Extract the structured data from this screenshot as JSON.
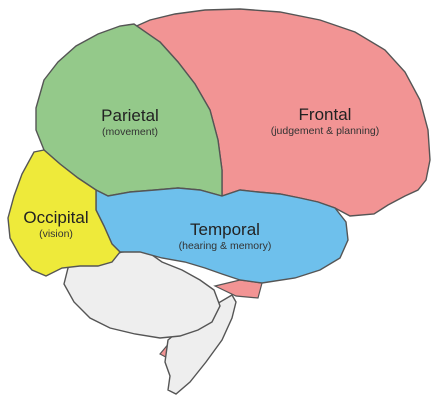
{
  "regions": [
    {
      "id": "frontal",
      "name": "Frontal",
      "function": "(judgement & planning)",
      "color": "#f29494"
    },
    {
      "id": "parietal",
      "name": "Parietal",
      "function": "(movement)",
      "color": "#94c98a"
    },
    {
      "id": "temporal",
      "name": "Temporal",
      "function": "(hearing & memory)",
      "color": "#6ec0ec"
    },
    {
      "id": "occipital",
      "name": "Occipital",
      "function": "(vision)",
      "color": "#eeea3a"
    }
  ],
  "other_colors": {
    "cerebellum": "#eeeeee",
    "brainstem": "#eeeeee",
    "outline": "#555555"
  }
}
